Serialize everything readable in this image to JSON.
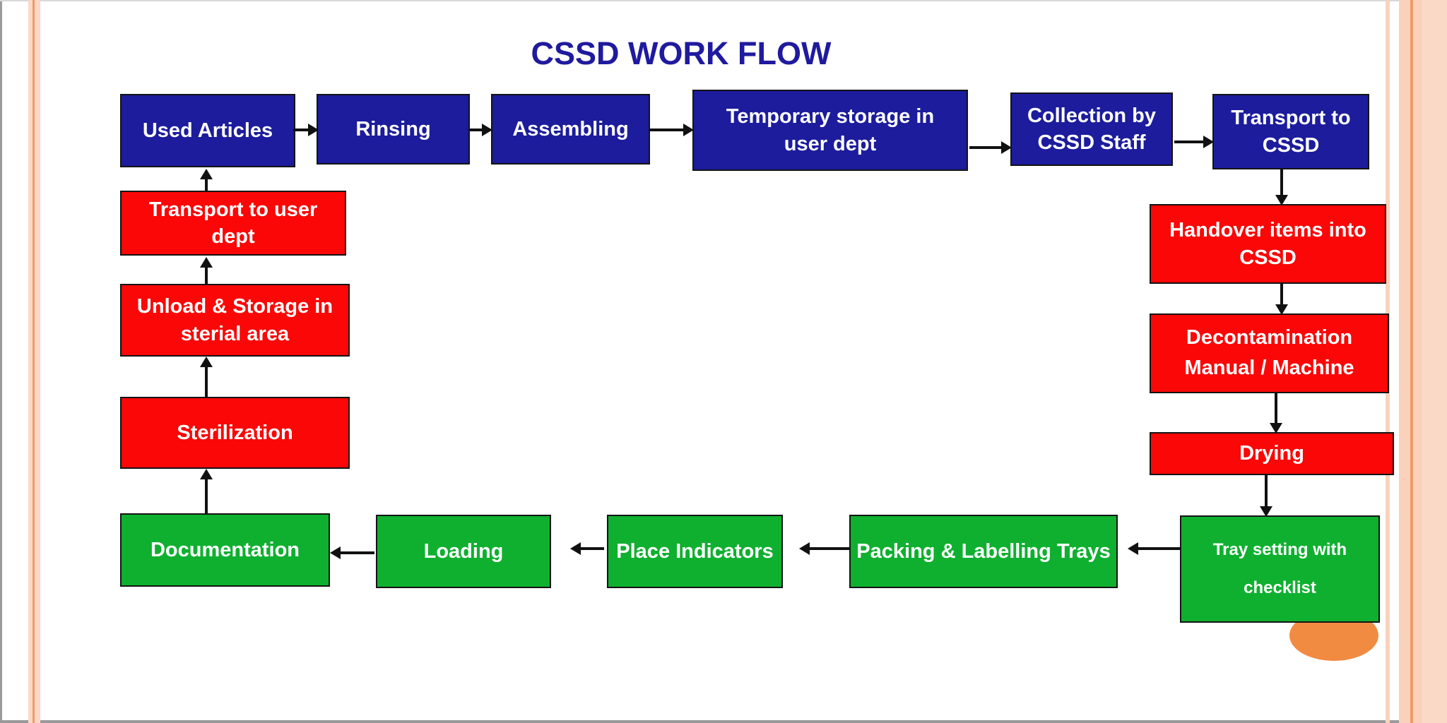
{
  "slide": {
    "title": "CSSD WORK FLOW"
  },
  "colors": {
    "blue": "#1C1C9C",
    "red": "#FB0707",
    "green": "#0FB02F",
    "orange": "#F18B41",
    "box_border": "#141414",
    "title": "#1F1A9E",
    "arrow": "#111111",
    "frame_stripe_light": "#FBD8C6",
    "frame_stripe_dark": "#F09A68",
    "frame_band": "#FAD2BC",
    "frame_band_light": "#FBD9C7",
    "edge_line_gray": "#9A9A9A"
  },
  "nodes": [
    {
      "id": "used-articles",
      "lines": [
        "Used Articles"
      ],
      "color": "blue"
    },
    {
      "id": "rinsing",
      "lines": [
        "Rinsing"
      ],
      "color": "blue"
    },
    {
      "id": "assembling",
      "lines": [
        "Assembling"
      ],
      "color": "blue"
    },
    {
      "id": "temporary-storage",
      "lines": [
        "Temporary storage in",
        "user dept"
      ],
      "color": "blue"
    },
    {
      "id": "collection",
      "lines": [
        "Collection by",
        "CSSD Staff"
      ],
      "color": "blue"
    },
    {
      "id": "transport-to-cssd",
      "lines": [
        "Transport to",
        "CSSD"
      ],
      "color": "blue"
    },
    {
      "id": "handover",
      "lines": [
        "Handover items into",
        "CSSD"
      ],
      "color": "red"
    },
    {
      "id": "decontamination",
      "lines": [
        "Decontamination",
        "Manual / Machine"
      ],
      "color": "red",
      "spread": true
    },
    {
      "id": "drying",
      "lines": [
        "Drying"
      ],
      "color": "red"
    },
    {
      "id": "tray-setting",
      "lines": [
        "Tray setting with",
        "checklist"
      ],
      "color": "green",
      "spread": true,
      "small": true
    },
    {
      "id": "packing",
      "lines": [
        "Packing & Labelling Trays"
      ],
      "color": "green"
    },
    {
      "id": "place-indicators",
      "lines": [
        "Place Indicators"
      ],
      "color": "green"
    },
    {
      "id": "loading",
      "lines": [
        "Loading"
      ],
      "color": "green"
    },
    {
      "id": "documentation",
      "lines": [
        "Documentation"
      ],
      "color": "green"
    },
    {
      "id": "transport-to-user",
      "lines": [
        "Transport to user",
        "dept"
      ],
      "color": "red"
    },
    {
      "id": "unload-storage",
      "lines": [
        "Unload & Storage in",
        "sterial area"
      ],
      "color": "red"
    },
    {
      "id": "sterilization",
      "lines": [
        "Sterilization"
      ],
      "color": "red"
    }
  ],
  "edges": [
    {
      "from": "used-articles",
      "to": "rinsing",
      "dir": "right"
    },
    {
      "from": "rinsing",
      "to": "assembling",
      "dir": "right"
    },
    {
      "from": "assembling",
      "to": "temporary-storage",
      "dir": "right"
    },
    {
      "from": "temporary-storage",
      "to": "collection",
      "dir": "right"
    },
    {
      "from": "collection",
      "to": "transport-to-cssd",
      "dir": "right"
    },
    {
      "from": "transport-to-cssd",
      "to": "handover",
      "dir": "down"
    },
    {
      "from": "handover",
      "to": "decontamination",
      "dir": "down"
    },
    {
      "from": "decontamination",
      "to": "drying",
      "dir": "down"
    },
    {
      "from": "drying",
      "to": "tray-setting",
      "dir": "down"
    },
    {
      "from": "tray-setting",
      "to": "packing",
      "dir": "left"
    },
    {
      "from": "packing",
      "to": "place-indicators",
      "dir": "left"
    },
    {
      "from": "place-indicators",
      "to": "loading",
      "dir": "left"
    },
    {
      "from": "loading",
      "to": "documentation",
      "dir": "left"
    },
    {
      "from": "documentation",
      "to": "sterilization",
      "dir": "up"
    },
    {
      "from": "sterilization",
      "to": "unload-storage",
      "dir": "up"
    },
    {
      "from": "unload-storage",
      "to": "transport-to-user",
      "dir": "up"
    },
    {
      "from": "transport-to-user",
      "to": "used-articles",
      "dir": "up"
    }
  ]
}
